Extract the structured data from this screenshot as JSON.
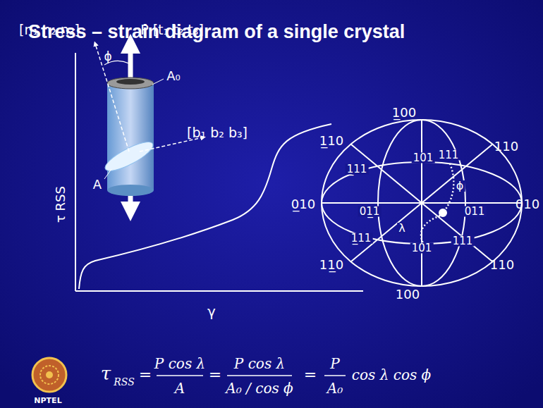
{
  "diagram": {
    "title": "Stress – strain diagram of a single crystal",
    "labels": [
      "[n₁ n₂ n₃]",
      "ϕ",
      "P [t₁ t₂ t₃]",
      "A₀",
      "[b₁ b₂ b₃]",
      "A",
      "τ RSS",
      "γ",
      "1̲00",
      "1̲10",
      "110",
      "1̲11",
      "101",
      "111",
      "0̲10",
      "01̲1",
      "011",
      "010",
      "1̲11",
      "101",
      "111",
      "λ",
      "ϕ",
      "11̲0",
      "110",
      "100",
      "τ",
      "RSS",
      "=",
      "P cos λ",
      "A",
      "=",
      "P cos λ",
      "A₀ / cos ϕ",
      "=",
      "P",
      "A₀",
      "cos λ cos ϕ",
      "NPTEL"
    ]
  }
}
